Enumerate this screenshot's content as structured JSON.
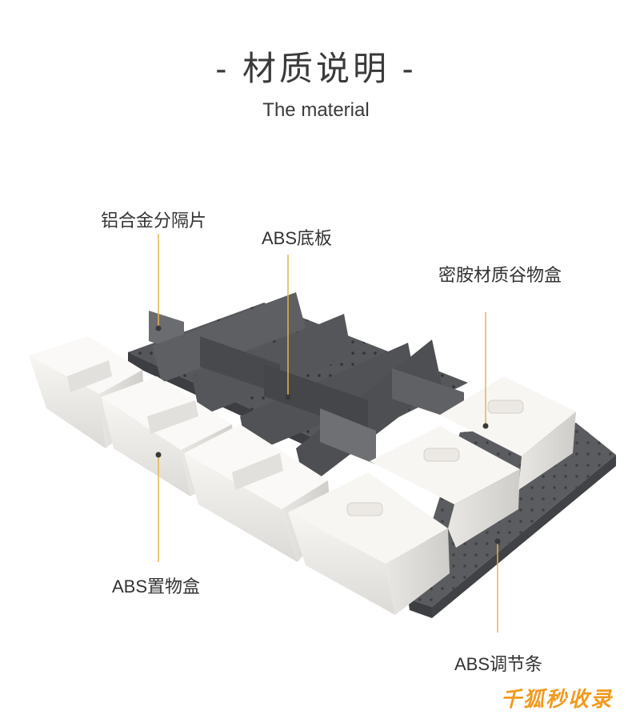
{
  "header": {
    "title": "- 材质说明 -",
    "subtitle": "The material"
  },
  "labels": {
    "divider": "铝合金分隔片",
    "base": "ABS底板",
    "grain_box": "密胺材质谷物盒",
    "storage_box": "ABS置物盒",
    "adjust_strip": "ABS调节条"
  },
  "watermark": "千狐秒收录",
  "colors": {
    "leader_line": "#e6b54a",
    "tray": "#4b4d50",
    "box": "#f3f1ee",
    "watermark": "#f29a1f"
  }
}
